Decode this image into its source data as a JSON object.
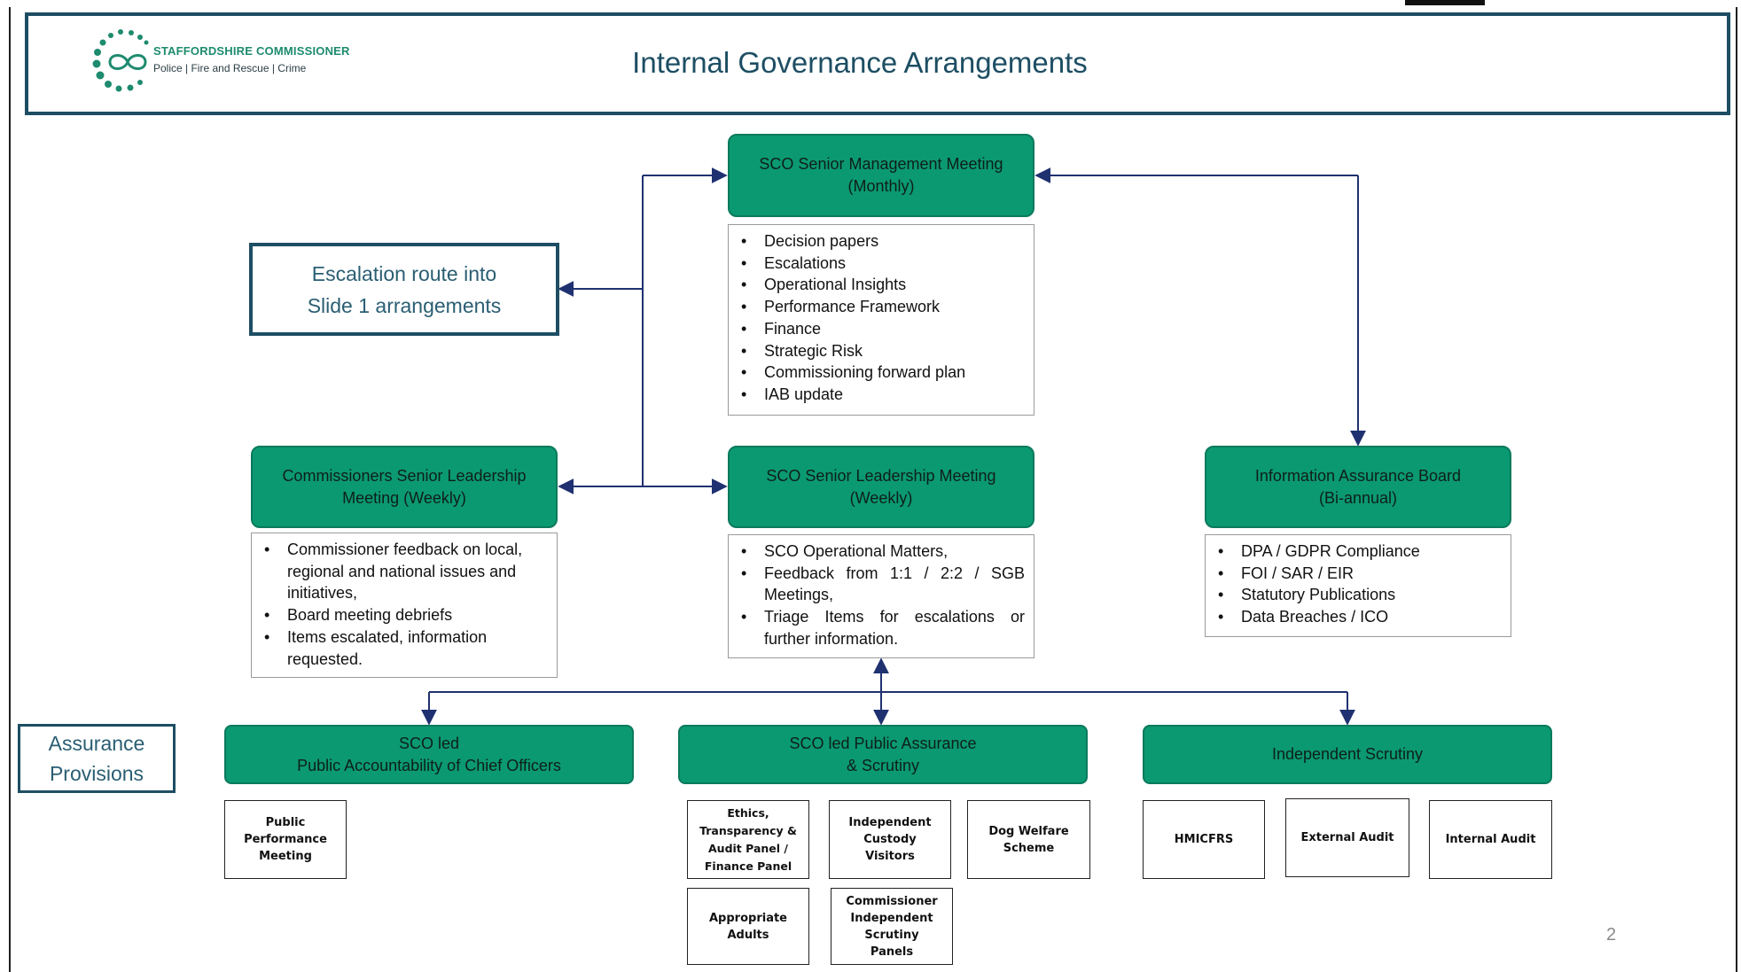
{
  "header": {
    "org_name": "STAFFORDSHIRE COMMISSIONER",
    "org_sub": "Police | Fire and Rescue | Crime",
    "title": "Internal Governance Arrangements"
  },
  "escalation_box": {
    "line1": "Escalation route into",
    "line2": "Slide 1 arrangements"
  },
  "assurance_label": {
    "line1": "Assurance",
    "line2": "Provisions"
  },
  "meetings": {
    "senior_management": {
      "line1": "SCO Senior Management Meeting",
      "line2": "(Monthly)",
      "items": [
        "Decision papers",
        "Escalations",
        "Operational Insights",
        "Performance Framework",
        "Finance",
        "Strategic Risk",
        "Commissioning forward plan",
        "IAB update"
      ]
    },
    "commissioners_slm": {
      "line1": "Commissioners Senior Leadership",
      "line2": "Meeting (Weekly)",
      "items": [
        "Commissioner feedback on local, regional and national issues and initiatives,",
        "Board meeting debriefs",
        "Items escalated, information requested."
      ]
    },
    "sco_slm": {
      "line1": "SCO Senior Leadership Meeting",
      "line2": "(Weekly)",
      "items": [
        "SCO Operational Matters,",
        "Feedback from 1:1 / 2:2 / SGB Meetings,",
        "Triage Items for escalations or further information."
      ]
    },
    "iab": {
      "line1": "Information Assurance Board",
      "line2": "(Bi-annual)",
      "items": [
        "DPA / GDPR Compliance",
        "FOI / SAR / EIR",
        "Statutory Publications",
        "Data Breaches / ICO"
      ]
    }
  },
  "assurance": {
    "public_accountability": {
      "line1": "SCO led",
      "line2": "Public Accountability of Chief Officers"
    },
    "public_assurance": {
      "line1": "SCO led Public Assurance",
      "line2": "& Scrutiny"
    },
    "independent_scrutiny": {
      "line1": "Independent Scrutiny"
    }
  },
  "provisions": {
    "public_performance": "Public Performance Meeting",
    "ethics_panel": "Ethics, Transparency & Audit Panel / Finance Panel",
    "custody_visitors": "Independent Custody Visitors",
    "dog_welfare": "Dog Welfare Scheme",
    "appropriate_adults": "Appropriate Adults",
    "scrutiny_panels": "Commissioner Independent Scrutiny Panels",
    "hmicfrs": "HMICFRS",
    "external_audit": "External Audit",
    "internal_audit": "Internal Audit"
  },
  "page_number": "2",
  "colors": {
    "green": "#0b9972",
    "navy": "#1d4e63",
    "connector": "#1f3170"
  }
}
